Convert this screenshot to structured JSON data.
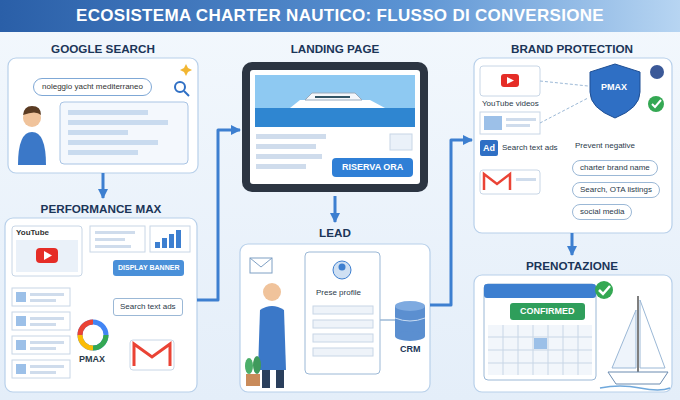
{
  "diagram": {
    "title": "ECOSISTEMA CHARTER NAUTICO: FLUSSO DI CONVERSIONE",
    "nodes": [
      {
        "text": [
          "GOOGLE SEARCH"
        ]
      },
      {
        "text": [
          "noleggio yacht mediterraneo"
        ],
        "in": 0
      },
      {
        "text": [
          "PERFORMANCE MAX"
        ]
      },
      {
        "text": [
          "DISPLAY BANNER"
        ],
        "in": 2
      },
      {
        "text": [
          "Search text ads"
        ],
        "in": 2
      },
      {
        "text": [
          "LANDING PAGE"
        ]
      },
      {
        "text": [
          "RISERVA ORA"
        ],
        "in": 5
      },
      {
        "text": [
          "LEAD"
        ]
      },
      {
        "text": [
          "BRAND PROTECTION"
        ]
      },
      {
        "text": [
          "charter brand name"
        ],
        "in": 8
      },
      {
        "text": [
          "Search, OTA listings"
        ],
        "in": 8
      },
      {
        "text": [
          "social media"
        ],
        "in": 8
      },
      {
        "text": [
          "PRENOTAZIONE"
        ]
      },
      {
        "text": [
          "CONFIRMED"
        ],
        "in": 12
      }
    ],
    "edges": [
      {
        "from": 0,
        "to": 2,
        "arrow": "to"
      },
      {
        "from": 2,
        "to": 5,
        "arrow": "to"
      },
      {
        "from": 5,
        "to": 7,
        "arrow": "to"
      },
      {
        "from": 7,
        "to": 8,
        "arrow": "to"
      },
      {
        "from": 8,
        "to": 12,
        "arrow": "to"
      }
    ],
    "labels": [
      "YouTube",
      "PMAX",
      "Prese profile",
      "CRM",
      "YouTube videos",
      "Ad",
      "Search text ads",
      "PMAX",
      "Prevent negative"
    ]
  }
}
